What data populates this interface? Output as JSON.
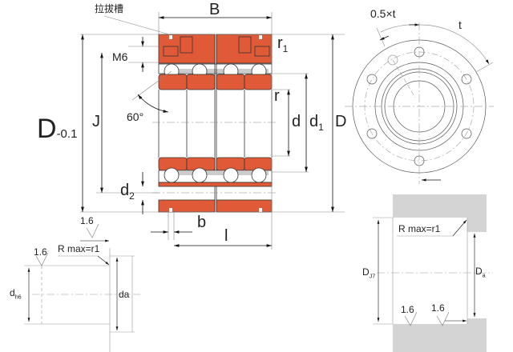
{
  "colors": {
    "ring": "#e05a38",
    "housing": "#d4d4d4",
    "line": "#333333",
    "thin": "#999999"
  },
  "labels": {
    "pull_groove": "拉拔槽",
    "B": "B",
    "r1": "r",
    "r1_sub": "1",
    "M6": "M6",
    "r": "r",
    "angle": "60°",
    "D_tol_main": "D",
    "D_tol_sub": "-0.1",
    "J": "J",
    "d": "d",
    "d1": "d",
    "d1_sub": "1",
    "D": "D",
    "d2": "d",
    "d2_sub": "2",
    "b": "b",
    "l": "l",
    "half_t": "0.5×t",
    "t": "t"
  },
  "shaft_detail": {
    "roughness_top": "1.6",
    "roughness_left": "1.6",
    "radius_note": "R max=r1",
    "dh6": "d",
    "dh6_sub": "h6",
    "da": "da"
  },
  "housing_detail": {
    "radius_note": "R max=r1",
    "DJ7": "D",
    "DJ7_sub": "J7",
    "Da": "D",
    "Da_sub": "a",
    "roughness_1": "1.6",
    "roughness_2": "1.6"
  }
}
